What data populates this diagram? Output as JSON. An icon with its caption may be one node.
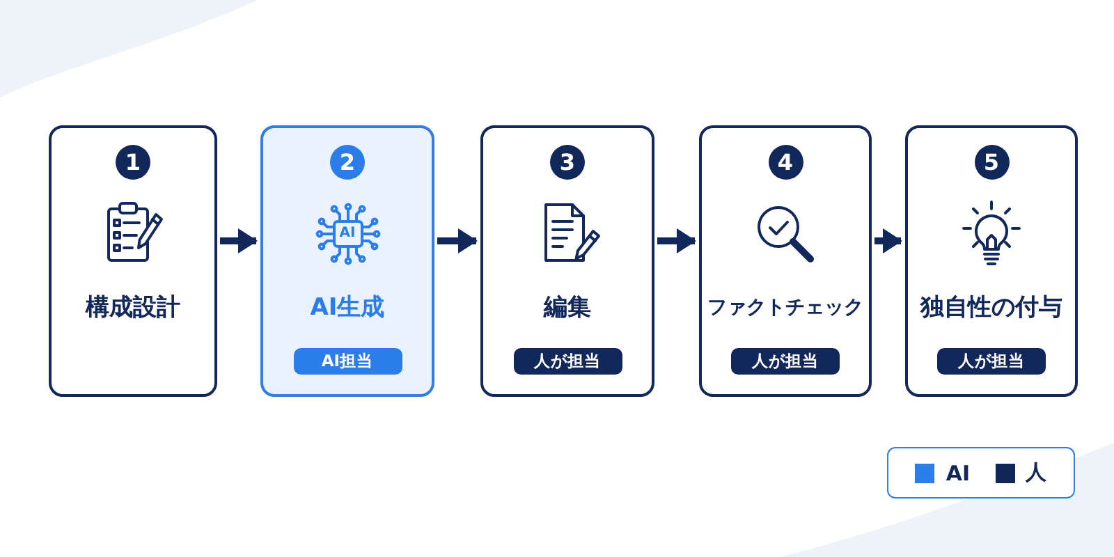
{
  "diagram": {
    "nodes": [
      {
        "text": [
          "1",
          "構成設計"
        ]
      },
      {
        "text": [
          "2",
          "AI生成",
          "AI担当"
        ]
      },
      {
        "text": [
          "3",
          "編集",
          "人が担当"
        ]
      },
      {
        "text": [
          "4",
          "ファクトチェック",
          "人が担当"
        ]
      },
      {
        "text": [
          "5",
          "独自性の付与",
          "人が担当"
        ]
      }
    ],
    "edges": [
      {
        "from": 0,
        "to": 1,
        "arrow": "to"
      },
      {
        "from": 1,
        "to": 2,
        "arrow": "to"
      },
      {
        "from": 2,
        "to": 3,
        "arrow": "to"
      },
      {
        "from": 3,
        "to": 4,
        "arrow": "to"
      }
    ],
    "labels": [
      "AI"
    ],
    "legend": [
      {
        "text": "AI",
        "color": "#2b7de9"
      },
      {
        "text": "人",
        "color": "#0f2657"
      }
    ]
  }
}
